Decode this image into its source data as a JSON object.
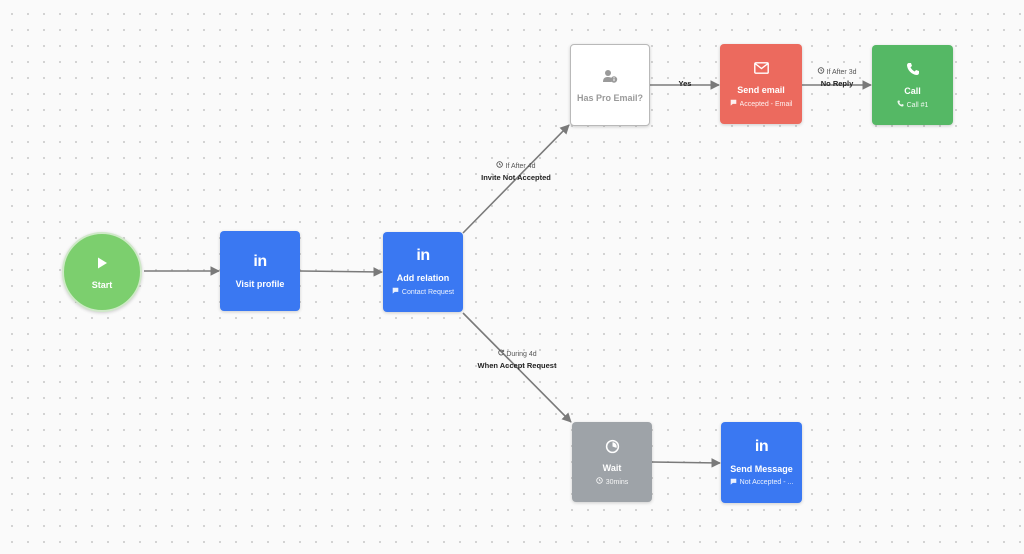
{
  "colors": {
    "start": "#7ccf6e",
    "linkedin": "#3a78f2",
    "email": "#ec6a5e",
    "call": "#55b865",
    "wait": "#9ea3a8",
    "condition": "#ffffff",
    "edge": "#7a7a7a"
  },
  "nodes": {
    "start": {
      "title": "Start",
      "icon": "play-icon"
    },
    "visit_profile": {
      "title": "Visit profile",
      "icon": "linkedin-icon",
      "icon_text": "in"
    },
    "add_relation": {
      "title": "Add relation",
      "sub": "Contact Request",
      "icon": "linkedin-icon",
      "icon_text": "in"
    },
    "has_pro_email": {
      "title": "Has Pro Email?",
      "icon": "user-info-icon"
    },
    "send_email": {
      "title": "Send email",
      "sub": "Accepted - Email",
      "icon": "envelope-icon"
    },
    "call": {
      "title": "Call",
      "sub": "Call #1",
      "icon": "phone-icon"
    },
    "wait": {
      "title": "Wait",
      "sub": "30mins",
      "icon": "timer-icon"
    },
    "send_message": {
      "title": "Send Message",
      "sub": "Not Accepted - ...",
      "icon": "linkedin-icon",
      "icon_text": "in"
    }
  },
  "edges": {
    "not_accepted": {
      "condition": "If After 4d",
      "event": "Invite Not Accepted"
    },
    "accept_request": {
      "condition": "During 4d",
      "event": "When Accept Request"
    },
    "yes": {
      "event": "Yes"
    },
    "no_reply": {
      "condition": "If After 3d",
      "event": "No Reply"
    }
  }
}
